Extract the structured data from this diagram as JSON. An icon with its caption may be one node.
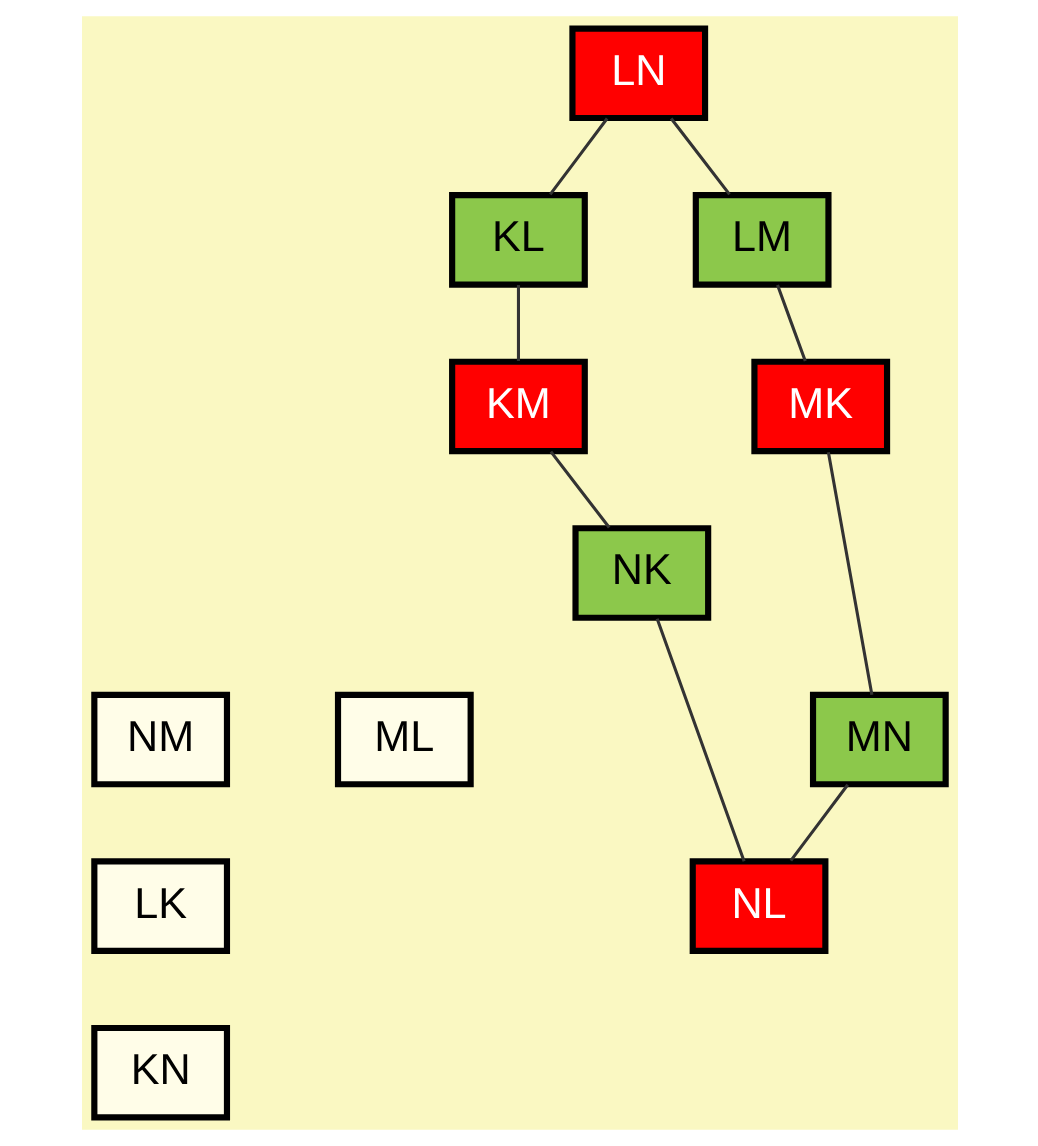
{
  "diagram": {
    "nodes": [
      {
        "text": [
          "LN"
        ]
      },
      {
        "text": [
          "KL"
        ]
      },
      {
        "text": [
          "LM"
        ]
      },
      {
        "text": [
          "NK"
        ]
      },
      {
        "text": [
          "KM"
        ]
      },
      {
        "text": [
          "MK"
        ]
      },
      {
        "text": [
          "NM"
        ]
      },
      {
        "text": [
          "ML"
        ]
      },
      {
        "text": [
          "MN"
        ]
      },
      {
        "text": [
          "LK"
        ]
      },
      {
        "text": [
          "NL"
        ]
      },
      {
        "text": [
          "KN"
        ]
      }
    ],
    "edges": [
      {
        "from": 0,
        "to": 1,
        "arrow": "none"
      },
      {
        "from": 0,
        "to": 2,
        "arrow": "none"
      },
      {
        "from": 1,
        "to": 4,
        "arrow": "none"
      },
      {
        "from": 4,
        "to": 3,
        "arrow": "none"
      },
      {
        "from": 2,
        "to": 5,
        "arrow": "none"
      },
      {
        "from": 3,
        "to": 10,
        "arrow": "none"
      },
      {
        "from": 5,
        "to": 8,
        "arrow": "none"
      },
      {
        "from": 8,
        "to": 10,
        "arrow": "none"
      }
    ]
  }
}
